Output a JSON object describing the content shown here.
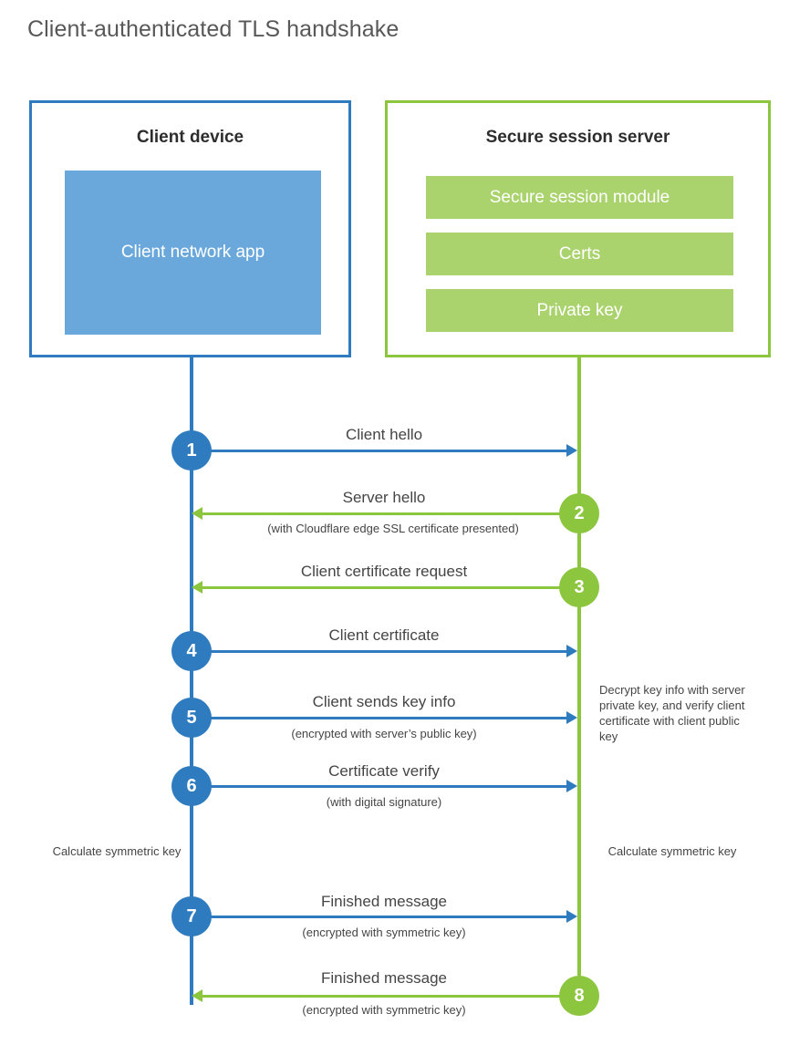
{
  "diagram": {
    "title": "Client-authenticated TLS handshake",
    "colors": {
      "client_accent": "#2e7cbf",
      "client_fill": "#6aa8dc",
      "server_accent": "#8cc63f",
      "server_fill": "#aad36e",
      "text": "#454545",
      "title_text": "#585858",
      "background": "#ffffff"
    }
  },
  "client": {
    "title": "Client device",
    "app_label": "Client network app"
  },
  "server": {
    "title": "Secure session server",
    "components": [
      {
        "label": "Secure session module"
      },
      {
        "label": "Certs"
      },
      {
        "label": "Private key"
      }
    ]
  },
  "steps": [
    {
      "number": "1",
      "label": "Client hello",
      "sublabel": "",
      "direction": "client-to-server",
      "actor": "client",
      "color": "#2e7cbf"
    },
    {
      "number": "2",
      "label": "Server hello",
      "sublabel": "(with Cloudflare edge SSL certificate presented)",
      "direction": "server-to-client",
      "actor": "server",
      "color": "#8cc63f"
    },
    {
      "number": "3",
      "label": "Client certificate request",
      "sublabel": "",
      "direction": "server-to-client",
      "actor": "server",
      "color": "#8cc63f"
    },
    {
      "number": "4",
      "label": "Client certificate",
      "sublabel": "",
      "direction": "client-to-server",
      "actor": "client",
      "color": "#2e7cbf"
    },
    {
      "number": "5",
      "label": "Client sends key info",
      "sublabel": "(encrypted with server’s public key)",
      "direction": "client-to-server",
      "actor": "client",
      "color": "#2e7cbf"
    },
    {
      "number": "6",
      "label": "Certificate verify",
      "sublabel": "(with digital signature)",
      "direction": "client-to-server",
      "actor": "client",
      "color": "#2e7cbf"
    },
    {
      "number": "7",
      "label": "Finished message",
      "sublabel": "(encrypted with symmetric key)",
      "direction": "client-to-server",
      "actor": "client",
      "color": "#2e7cbf"
    },
    {
      "number": "8",
      "label": "Finished message",
      "sublabel": "(encrypted with symmetric key)",
      "direction": "server-to-client",
      "actor": "server",
      "color": "#8cc63f"
    }
  ],
  "annotations": {
    "server_decrypt": "Decrypt key info with server private key, and verify client certificate with client public key",
    "client_calculate": "Calculate symmetric key",
    "server_calculate": "Calculate symmetric key"
  }
}
